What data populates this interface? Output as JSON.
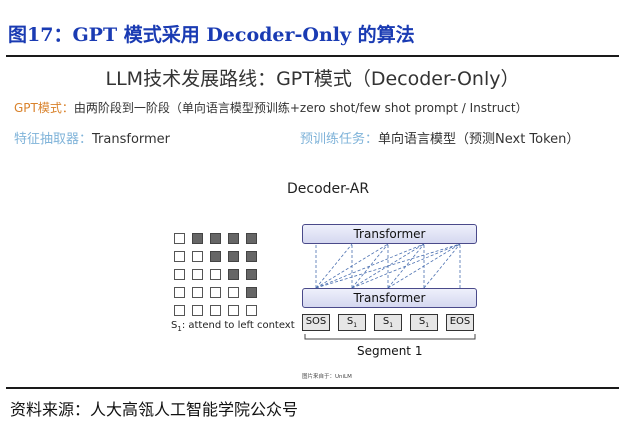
{
  "figure": {
    "title": "图17：GPT 模式采用 Decoder-Only 的算法",
    "source": "资料来源：人大高瓴人工智能学院公众号"
  },
  "slide": {
    "title": "LLM技术发展路线：GPT模式（Decoder-Only）",
    "mode_label": "GPT模式：",
    "mode_text": "由两阶段到一阶段（单向语言模型预训练+zero shot/few shot prompt / Instruct）",
    "extractor_label": "特征抽取器：",
    "extractor_text": "Transformer",
    "task_label": "预训练任务：",
    "task_text": "单向语言模型（预测Next Token）"
  },
  "diagram": {
    "title": "Decoder-AR",
    "transformer_top": "Transformer",
    "transformer_bottom": "Transformer",
    "attend_label": "S",
    "attend_sub": "1",
    "attend_text": ": attend to left context",
    "tokens": [
      {
        "text": "SOS",
        "sub": ""
      },
      {
        "text": "S",
        "sub": "1"
      },
      {
        "text": "S",
        "sub": "1"
      },
      {
        "text": "S",
        "sub": "1"
      },
      {
        "text": "EOS",
        "sub": ""
      }
    ],
    "segment_label": "Segment 1",
    "image_source": "图片来自于：UniLM",
    "mask_matrix": [
      [
        0,
        1,
        1,
        1,
        1
      ],
      [
        0,
        0,
        1,
        1,
        1
      ],
      [
        0,
        0,
        0,
        1,
        1
      ],
      [
        0,
        0,
        0,
        0,
        1
      ],
      [
        0,
        0,
        0,
        0,
        0
      ]
    ]
  },
  "colors": {
    "title_blue": "#1a3bb3",
    "orange": "#d9822b",
    "light_blue": "#7fb3d9"
  }
}
